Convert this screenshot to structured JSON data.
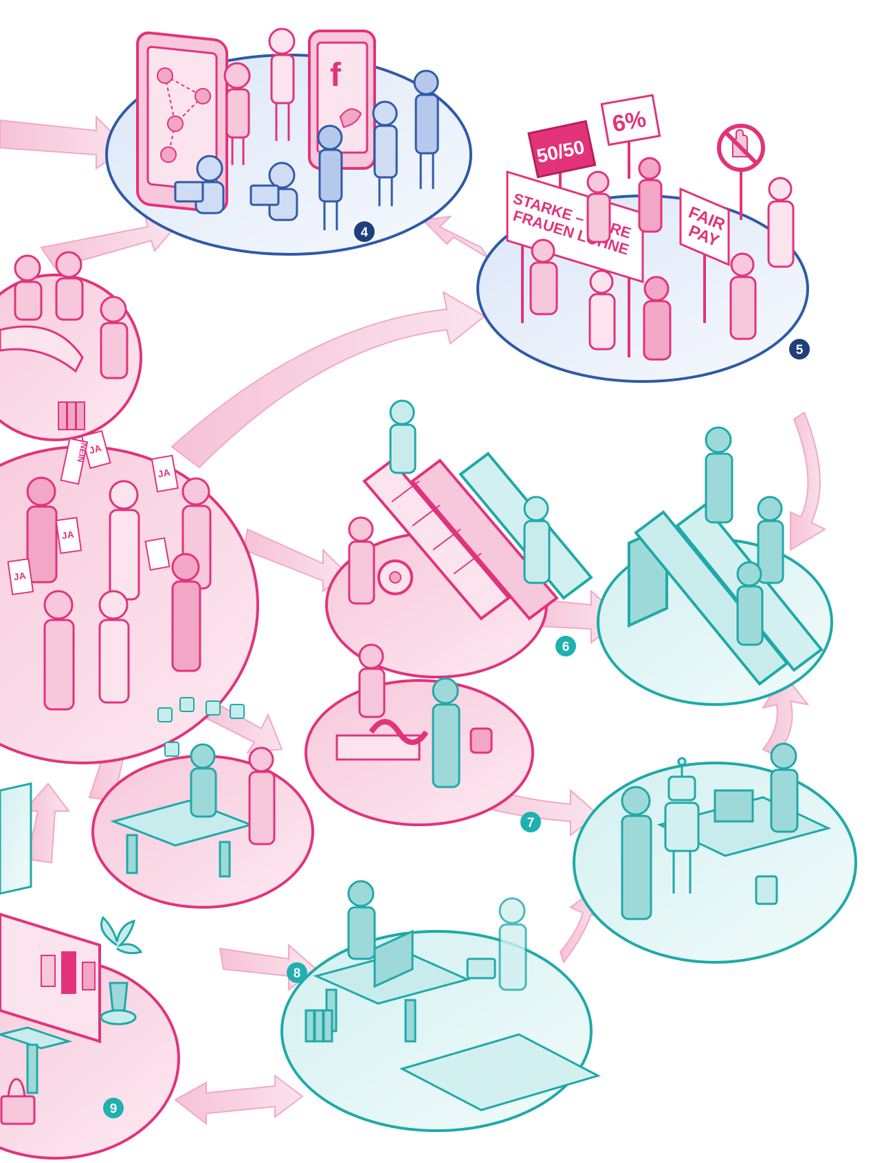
{
  "colors": {
    "magenta": "#e2337a",
    "magenta_light": "#f7c8db",
    "magenta_pale": "#fbe4ee",
    "blue": "#2e5aa8",
    "blue_light": "#cfdcf3",
    "teal": "#1fa9a9",
    "teal_light": "#c8ecec",
    "navy_badge": "#1f3f7a",
    "teal_badge": "#1fb0b0"
  },
  "badges": {
    "b4": "4",
    "b5": "5",
    "b6": "6",
    "b7": "7",
    "b8": "8",
    "b9": "9"
  },
  "signs": {
    "fifty": "50/50",
    "six": "6%",
    "banner_line1": "STARKE – FAIRE",
    "banner_line2": "FRAUEN LÖHNE",
    "fair": "FAIR",
    "pay": "PAY",
    "ja1": "JA",
    "ja2": "JA",
    "ja3": "JA",
    "ja4": "JA",
    "nein": "NEIN"
  },
  "icons": [
    "hand-stop-icon",
    "facebook-icon",
    "bird-icon",
    "laptop-icon",
    "robot-icon",
    "palm-plant-icon",
    "handbag-icon",
    "escalator-icon"
  ]
}
